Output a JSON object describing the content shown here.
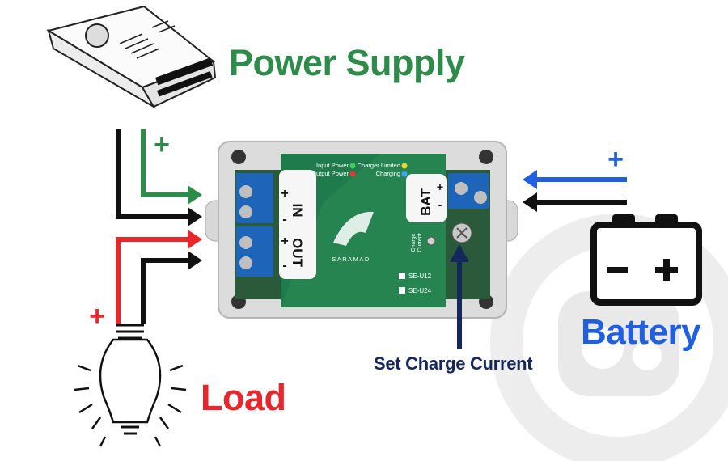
{
  "labels": {
    "power_supply": "Power Supply",
    "battery": "Battery",
    "load": "Load",
    "set_charge_current": "Set Charge Current"
  },
  "polarity": {
    "plus": "+",
    "minus": "-"
  },
  "module": {
    "led_input_power": "Input Power",
    "led_output_power": "Output Power",
    "led_charger_limited": "Charger Limited",
    "led_charging": "Charging",
    "terminal_in": "IN",
    "terminal_out": "OUT",
    "terminal_bat": "BAT",
    "charge_current": "Charge",
    "charge_current_2": "Current",
    "brand": "SARAMAD",
    "model_1": "SE-U12",
    "model_2": "SE-U24"
  },
  "colors": {
    "power_green": "#2e8b4a",
    "battery_blue": "#1f5fe0",
    "load_red": "#e8262b",
    "charge_navy": "#14285e",
    "black_wire": "#111111",
    "board_green": "#1f7a4c"
  }
}
